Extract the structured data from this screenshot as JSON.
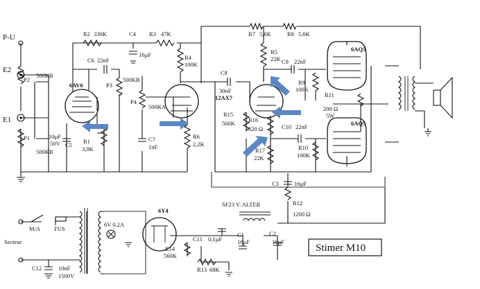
{
  "title_box": "Stimer M10",
  "colors": {
    "arrow": "#5b87c4",
    "ink": "#111111",
    "background": "#ffffff"
  },
  "labels": {
    "pu": "P-U",
    "e2": "E2",
    "e1": "E1",
    "secteur": "Secteur",
    "ma": "M/A",
    "fus": "FUS",
    "sf23": "SF23 V. ALTER",
    "heater": "6V 0.2A"
  },
  "tubes": [
    {
      "id": "v1",
      "name": "6AV6"
    },
    {
      "id": "v2",
      "name": "12AX7"
    },
    {
      "id": "v3",
      "name": "6AQ5"
    },
    {
      "id": "v4",
      "name": "6AQ5"
    },
    {
      "id": "v5",
      "name": "6Y4"
    }
  ],
  "resistors": [
    {
      "id": "R1",
      "value": "3,9K"
    },
    {
      "id": "R2",
      "value": "330K"
    },
    {
      "id": "R3",
      "value": "47K"
    },
    {
      "id": "R4",
      "value": "100K"
    },
    {
      "id": "R5",
      "value": "22K"
    },
    {
      "id": "R6",
      "value": "2,2K"
    },
    {
      "id": "R7",
      "value": "5,6K"
    },
    {
      "id": "R8",
      "value": "5,6K"
    },
    {
      "id": "R9",
      "value": "100K"
    },
    {
      "id": "R10",
      "value": "100K"
    },
    {
      "id": "R11",
      "value": "200 Ω",
      "extra": "5W"
    },
    {
      "id": "R12",
      "value": "1200 Ω"
    },
    {
      "id": "R13",
      "value": "68K"
    },
    {
      "id": "R14",
      "value": "560K"
    },
    {
      "id": "R15",
      "value": "560K"
    },
    {
      "id": "R16",
      "value": "820 Ω"
    },
    {
      "id": "R17",
      "value": "22K"
    }
  ],
  "capacitors": [
    {
      "id": "C1",
      "value": "16µF"
    },
    {
      "id": "C2",
      "value": "16µF"
    },
    {
      "id": "C3",
      "value": "16µF"
    },
    {
      "id": "C4",
      "value": "16µF"
    },
    {
      "id": "C5",
      "value": "10µF",
      "extra": "50V"
    },
    {
      "id": "C6",
      "value": "22nF"
    },
    {
      "id": "C7",
      "value": "1nF"
    },
    {
      "id": "C8",
      "value": "30nF"
    },
    {
      "id": "C9",
      "value": "22nF"
    },
    {
      "id": "C10",
      "value": "22nF"
    },
    {
      "id": "C11",
      "value": "0,1µF"
    },
    {
      "id": "C12",
      "value": "10nF",
      "extra": "1500V"
    }
  ],
  "pots": [
    {
      "id": "P1",
      "value": "500KB"
    },
    {
      "id": "P2",
      "value": "500KB"
    },
    {
      "id": "P3",
      "value": "500KB"
    },
    {
      "id": "P4",
      "value": "500KA"
    }
  ]
}
